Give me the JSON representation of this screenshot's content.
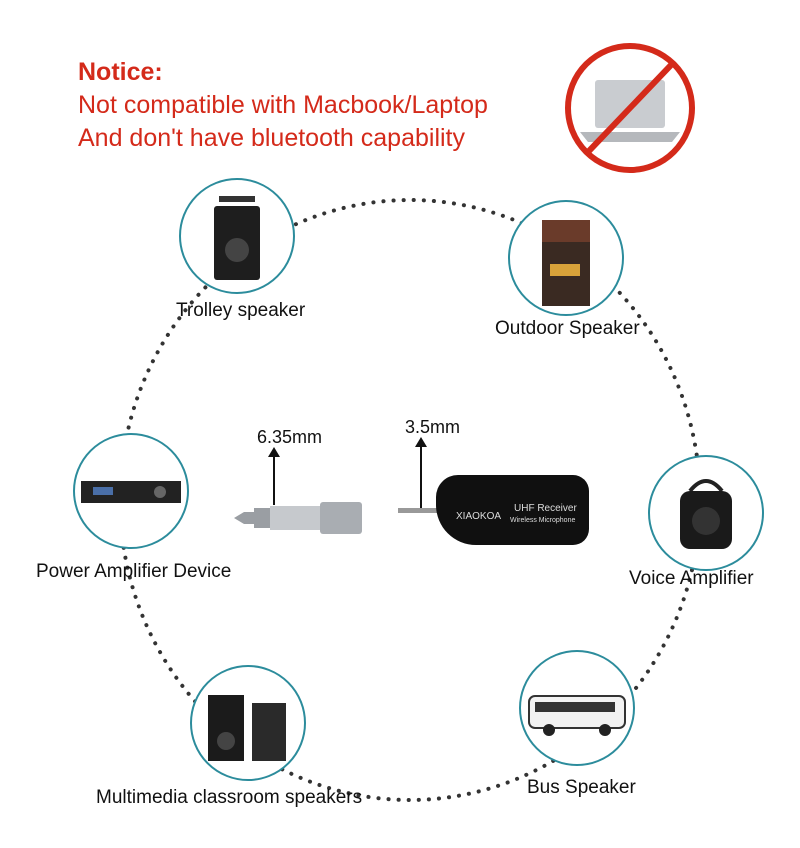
{
  "notice": {
    "title": "Notice:",
    "line1": "Not compatible with Macbook/Laptop",
    "line2": "And don't have bluetooth capability"
  },
  "devices": [
    {
      "label": "Trolley speaker",
      "icon": "trolley-speaker-icon"
    },
    {
      "label": "Outdoor Speaker",
      "icon": "outdoor-speaker-icon"
    },
    {
      "label": "Power Amplifier Device",
      "icon": "power-amplifier-icon"
    },
    {
      "label": "Voice Amplifier",
      "icon": "voice-amplifier-icon"
    },
    {
      "label": "Multimedia classroom speakers",
      "icon": "classroom-speakers-icon"
    },
    {
      "label": "Bus Speaker",
      "icon": "bus-icon"
    }
  ],
  "adapter": {
    "size": "6.35mm"
  },
  "receiver": {
    "size": "3.5mm",
    "brand": "XIAOKOA",
    "model": "UHF Receiver",
    "subtitle": "Wireless Microphone"
  },
  "colors": {
    "notice": "#d42a1a",
    "ring": "#2c8c9c",
    "forbidden": "#d42a1a"
  }
}
